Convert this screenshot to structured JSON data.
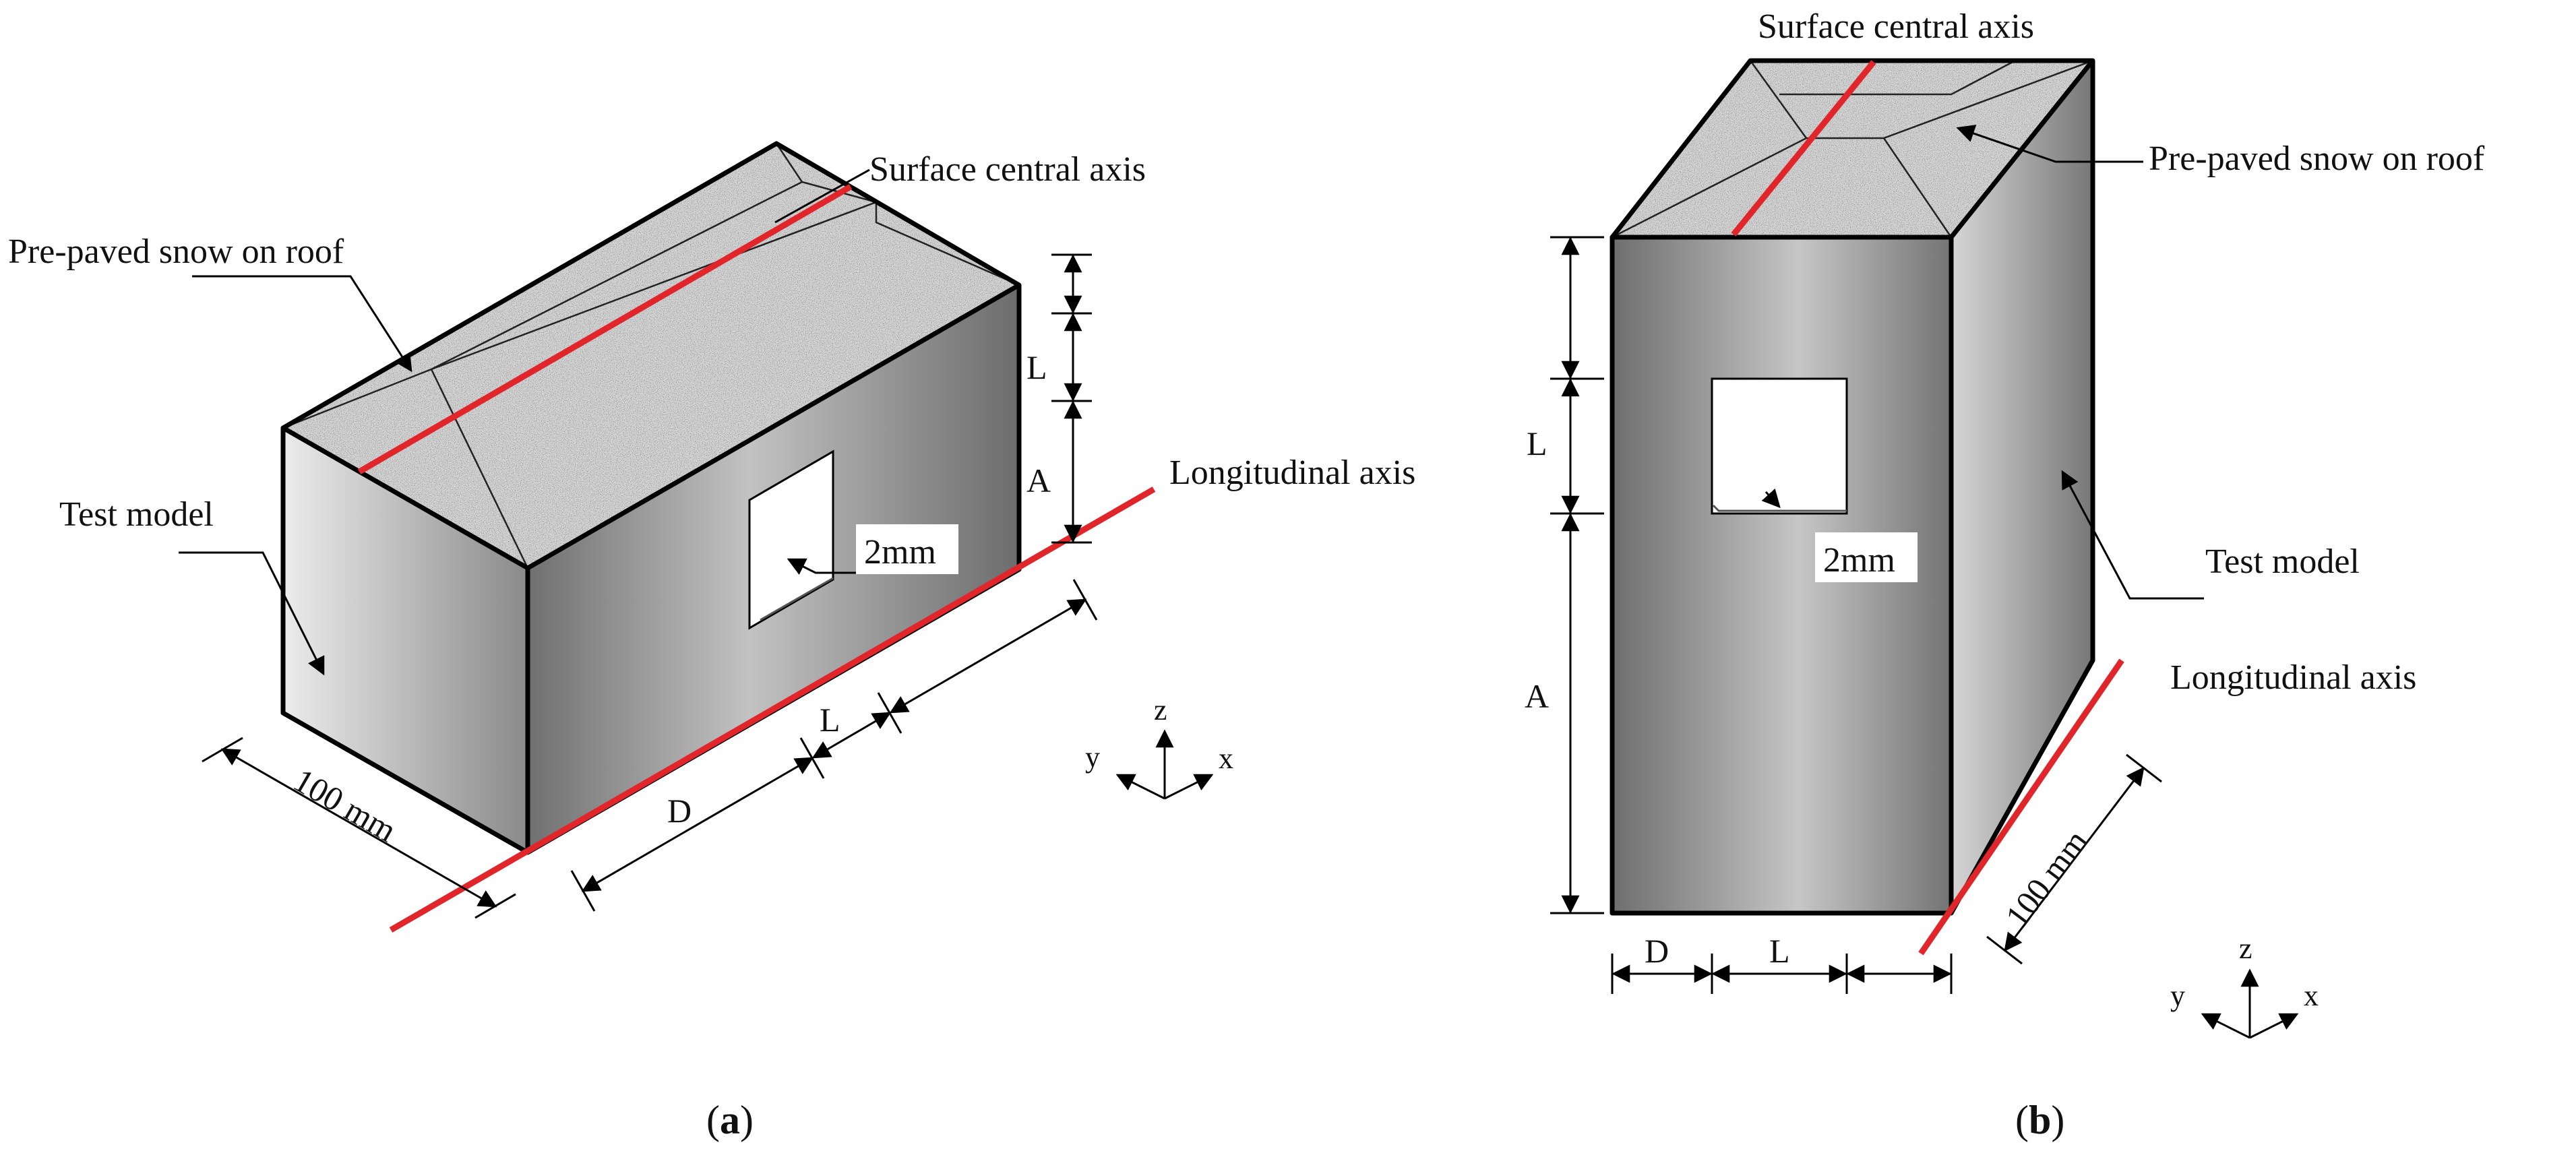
{
  "colors": {
    "axis_red": "#e0262b",
    "edge": "#000000",
    "snow_base": "#d9d9d9",
    "face_light": "#cfcfcf",
    "face_dark": "#6a6a6a"
  },
  "panel_a": {
    "caption_open": "(",
    "caption_letter": "a",
    "caption_close": ")",
    "label_surface_axis": "Surface central axis",
    "label_snow": "Pre-paved snow on roof",
    "label_test_model": "Test model",
    "label_longitudinal_axis": "Longitudinal axis",
    "label_gap": "2mm",
    "dim_width": "100 mm",
    "dim_D": "D",
    "dim_L_bottom": "L",
    "dim_L_side": "L",
    "dim_A": "A",
    "axis_z": "z",
    "axis_y": "y",
    "axis_x": "x"
  },
  "panel_b": {
    "caption_open": "(",
    "caption_letter": "b",
    "caption_close": ")",
    "label_surface_axis": "Surface central axis",
    "label_snow": "Pre-paved snow on roof",
    "label_test_model": "Test model",
    "label_longitudinal_axis": "Longitudinal axis",
    "label_gap": "2mm",
    "dim_width": "100 mm",
    "dim_D": "D",
    "dim_L_bottom": "L",
    "dim_L_side": "L",
    "dim_A": "A",
    "axis_z": "z",
    "axis_y": "y",
    "axis_x": "x"
  }
}
